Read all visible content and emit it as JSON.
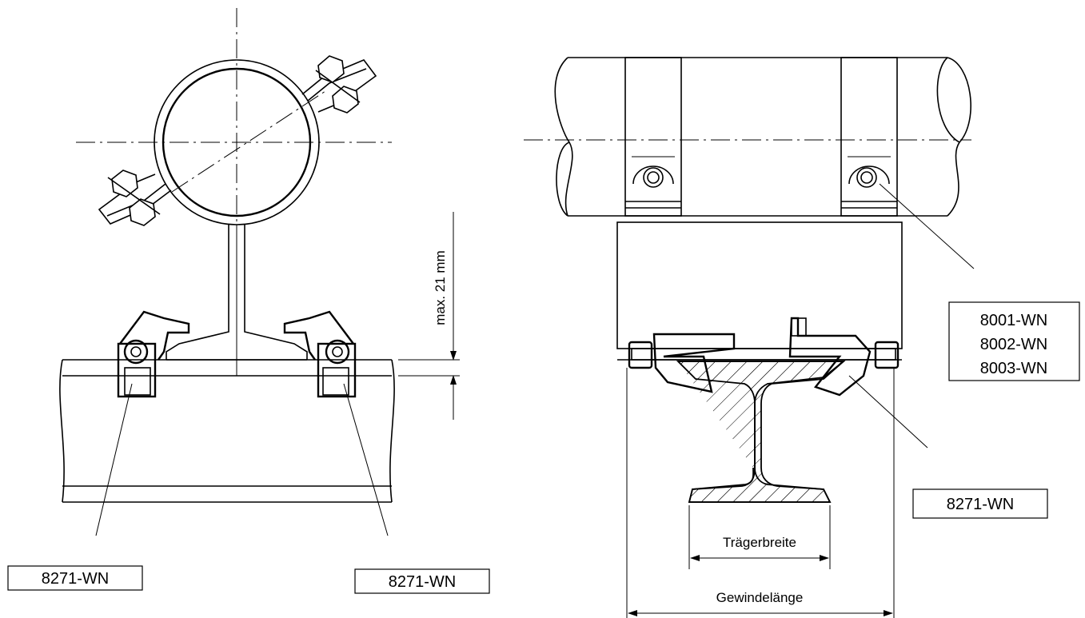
{
  "left_view": {
    "label_left": "8271-WN",
    "label_right": "8271-WN",
    "dimension_label": "max. 21 mm"
  },
  "right_view": {
    "clamp_labels": [
      "8001-WN",
      "8002-WN",
      "8003-WN"
    ],
    "beam_clamp_label": "8271-WN",
    "dimension_flange": "Trägerbreite",
    "dimension_thread": "Gewindelänge"
  },
  "colors": {
    "line": "#000000",
    "background": "#ffffff"
  }
}
